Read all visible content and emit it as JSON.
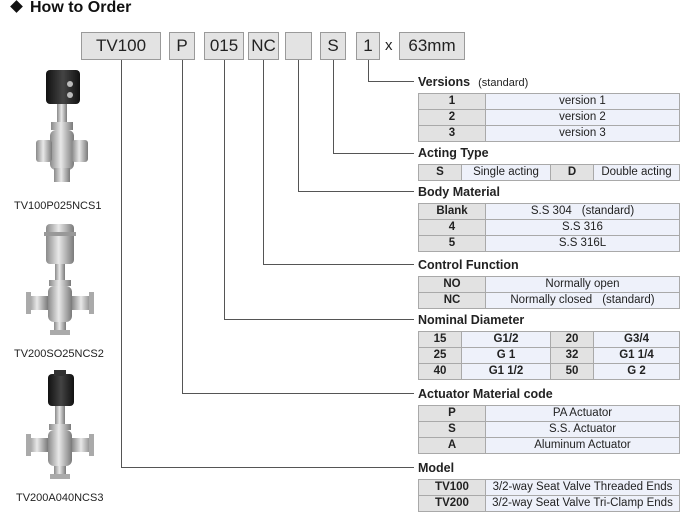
{
  "title": "How to Order",
  "code_parts": [
    "TV100",
    "P",
    "015",
    "NC",
    "",
    "S",
    "1",
    "63mm"
  ],
  "code_sep": "x",
  "sections": {
    "versions": {
      "title": "Versions",
      "note": "(standard)",
      "rows": [
        {
          "k": "1",
          "v": "version 1"
        },
        {
          "k": "2",
          "v": "version 2"
        },
        {
          "k": "3",
          "v": "version 3"
        }
      ]
    },
    "acting": {
      "title": "Acting Type",
      "k1": "S",
      "v1": "Single acting",
      "k2": "D",
      "v2": "Double acting"
    },
    "body": {
      "title": "Body Material",
      "rows": [
        {
          "k": "Blank",
          "v": "S.S 304",
          "note": "(standard)"
        },
        {
          "k": "4",
          "v": "S.S 316",
          "note": ""
        },
        {
          "k": "5",
          "v": "S.S 316L",
          "note": ""
        }
      ]
    },
    "control": {
      "title": "Control Function",
      "rows": [
        {
          "k": "NO",
          "v": "Normally open",
          "note": ""
        },
        {
          "k": "NC",
          "v": "Normally closed",
          "note": "(standard)"
        }
      ]
    },
    "diameter": {
      "title": "Nominal Diameter",
      "rows": [
        {
          "k1": "15",
          "v1": "G1/2",
          "k2": "20",
          "v2": "G3/4"
        },
        {
          "k1": "25",
          "v1": "G 1",
          "k2": "32",
          "v2": "G1 1/4"
        },
        {
          "k1": "40",
          "v1": "G1 1/2",
          "k2": "50",
          "v2": "G 2"
        }
      ]
    },
    "actuator": {
      "title": "Actuator Material code",
      "rows": [
        {
          "k": "P",
          "v": "PA Actuator"
        },
        {
          "k": "S",
          "v": "S.S. Actuator"
        },
        {
          "k": "A",
          "v": "Aluminum Actuator"
        }
      ]
    },
    "model": {
      "title": "Model",
      "rows": [
        {
          "k": "TV100",
          "v": "3/2-way Seat Valve Threaded Ends"
        },
        {
          "k": "TV200",
          "v": "3/2-way Seat Valve Tri-Clamp Ends"
        }
      ]
    }
  },
  "products": [
    "TV100P025NCS1",
    "TV200SO25NCS2",
    "TV200A040NCS3"
  ],
  "colors": {
    "key_cell": "#e2e2e2",
    "value_cell": "#eef1fa",
    "code_box": "#e3e3e3",
    "line": "#555555"
  }
}
